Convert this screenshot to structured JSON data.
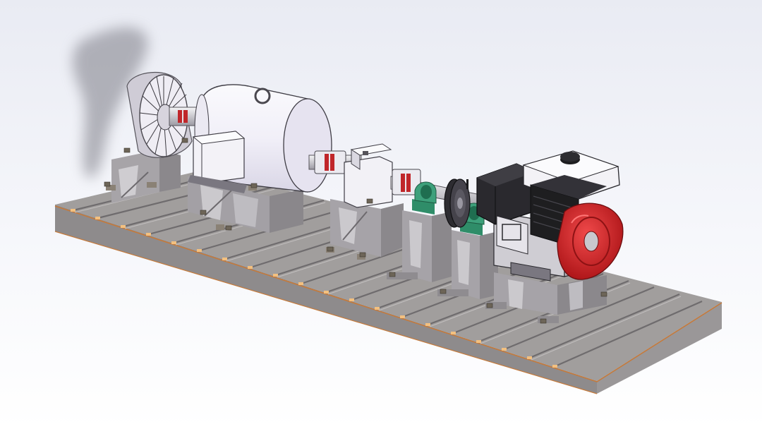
{
  "scene": {
    "kind": "cad-assembly-render",
    "parts": [
      "t-slot-base-plate",
      "fan-cooler",
      "electric-motor",
      "jaw-coupling",
      "torque-sensor",
      "pillow-block-bearing",
      "flywheel",
      "gasoline-engine"
    ]
  },
  "colors": {
    "background_top": "#eef0f6",
    "background_bottom": "#ffffff",
    "plate": "#a19e9d",
    "plate_edge": "#c47a3c",
    "motor_body": "#f7f6fb",
    "bearing_green": "#3da07b",
    "engine_red": "#d32325",
    "engine_black": "#1e1e20",
    "coupling_red": "#c0262a"
  }
}
